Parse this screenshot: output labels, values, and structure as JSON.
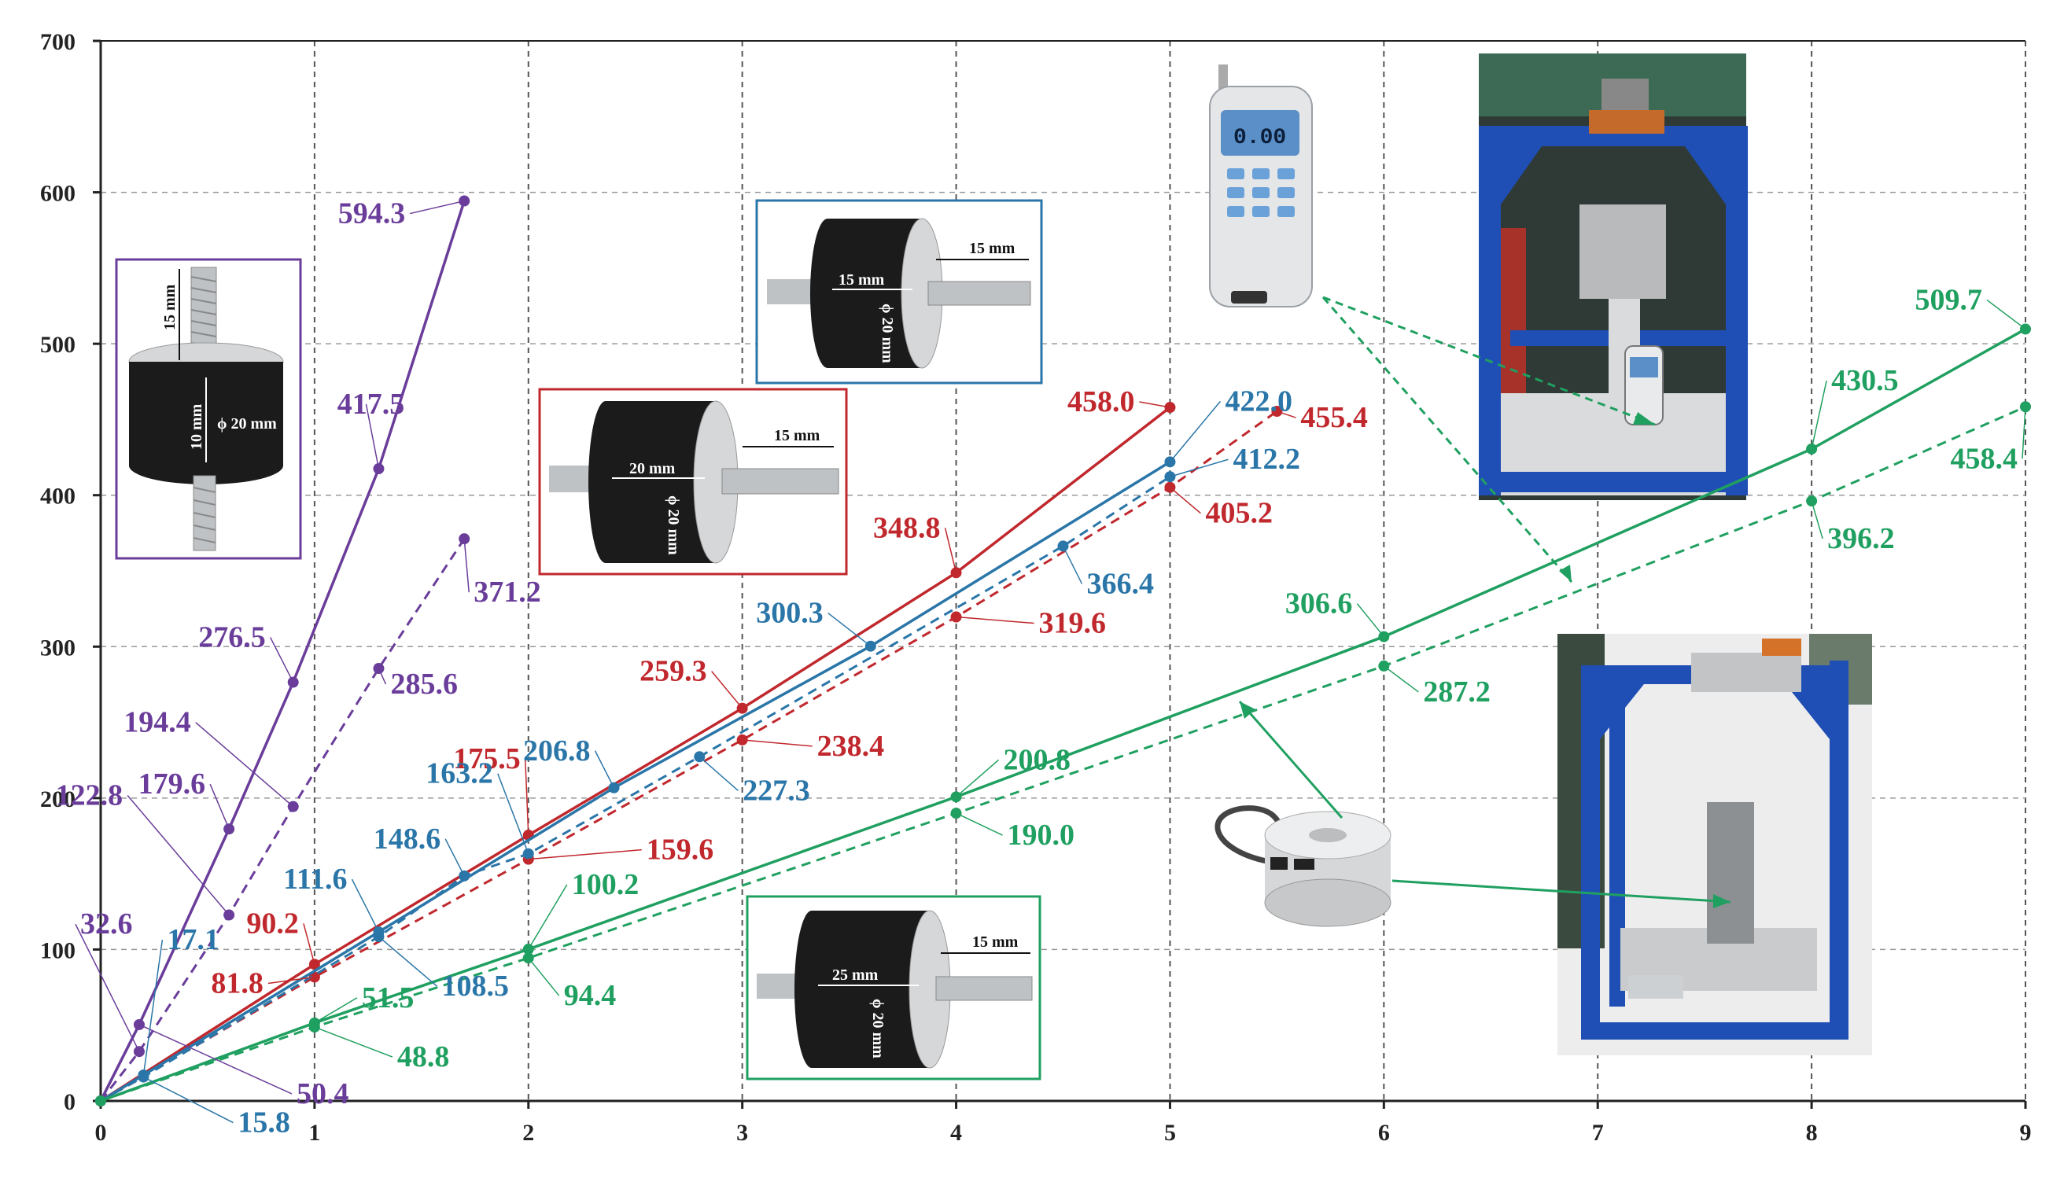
{
  "colors": {
    "purple": "#6a3d9a",
    "red": "#c0282d",
    "blue": "#2a76a8",
    "green": "#20a060",
    "axis": "#222222",
    "grid": "#555555",
    "rubber": "#1b1b1b",
    "metal": "#bfc2c5",
    "frame_blue": "#1f4fb4"
  },
  "chart_data": {
    "type": "line",
    "xlim": [
      0,
      9
    ],
    "ylim": [
      0,
      700
    ],
    "x_ticks": [
      "0",
      "1",
      "2",
      "3",
      "4",
      "5",
      "6",
      "7",
      "8",
      "9"
    ],
    "y_ticks": [
      "0",
      "100",
      "200",
      "300",
      "400",
      "500",
      "600",
      "700"
    ],
    "grid": true,
    "series": [
      {
        "color": "purple",
        "style": "solid",
        "points": [
          [
            0,
            0
          ],
          [
            0.18,
            50.4
          ],
          [
            0.6,
            179.6
          ],
          [
            0.9,
            276.5
          ],
          [
            1.3,
            417.5
          ],
          [
            1.7,
            594.3
          ]
        ],
        "labels": [
          null,
          "50.4",
          "179.6",
          "276.5",
          "417.5",
          "594.3"
        ]
      },
      {
        "color": "purple",
        "style": "dashed",
        "points": [
          [
            0,
            0
          ],
          [
            0.18,
            32.6
          ],
          [
            0.6,
            122.8
          ],
          [
            0.9,
            194.4
          ],
          [
            1.3,
            285.6
          ],
          [
            1.7,
            371.2
          ]
        ],
        "labels": [
          null,
          "32.6",
          "122.8",
          "194.4",
          "285.6",
          "371.2"
        ]
      },
      {
        "color": "red",
        "style": "solid",
        "points": [
          [
            0,
            0
          ],
          [
            1,
            90.2
          ],
          [
            2,
            175.5
          ],
          [
            3,
            259.3
          ],
          [
            4,
            348.8
          ],
          [
            5,
            458.0
          ]
        ],
        "labels": [
          null,
          "90.2",
          "175.5",
          "259.3",
          "348.8",
          "458.0"
        ]
      },
      {
        "color": "red",
        "style": "dashed",
        "points": [
          [
            0,
            0
          ],
          [
            1,
            81.8
          ],
          [
            2,
            159.6
          ],
          [
            3,
            238.4
          ],
          [
            4,
            319.6
          ],
          [
            5,
            405.2
          ],
          [
            5.5,
            455.4
          ]
        ],
        "labels": [
          null,
          "81.8",
          "159.6",
          "238.4",
          "319.6",
          "405.2",
          "455.4"
        ]
      },
      {
        "color": "blue",
        "style": "solid",
        "points": [
          [
            0,
            0
          ],
          [
            0.2,
            17.1
          ],
          [
            1.3,
            111.6
          ],
          [
            2.4,
            206.8
          ],
          [
            3.6,
            300.3
          ],
          [
            5,
            422.0
          ]
        ],
        "labels": [
          null,
          "17.1",
          "111.6",
          "206.8",
          "300.3",
          "422.0"
        ]
      },
      {
        "color": "blue",
        "style": "dashed",
        "points": [
          [
            0,
            0
          ],
          [
            0.2,
            15.8
          ],
          [
            1.3,
            108.5
          ],
          [
            1.7,
            148.6
          ],
          [
            2,
            163.2
          ],
          [
            2.8,
            227.3
          ],
          [
            4.5,
            366.4
          ],
          [
            5,
            412.2
          ]
        ],
        "labels": [
          null,
          "15.8",
          "108.5",
          "148.6",
          "163.2",
          "227.3",
          "366.4",
          "412.2"
        ]
      },
      {
        "color": "green",
        "style": "solid",
        "points": [
          [
            0,
            0
          ],
          [
            1,
            51.5
          ],
          [
            2,
            100.2
          ],
          [
            4,
            200.8
          ],
          [
            6,
            306.6
          ],
          [
            8,
            430.5
          ],
          [
            9,
            509.7
          ]
        ],
        "labels": [
          null,
          "51.5",
          "100.2",
          "200.8",
          "306.6",
          "430.5",
          "509.7"
        ]
      },
      {
        "color": "green",
        "style": "dashed",
        "points": [
          [
            0,
            0
          ],
          [
            1,
            48.8
          ],
          [
            2,
            94.4
          ],
          [
            4,
            190.0
          ],
          [
            6,
            287.2
          ],
          [
            8,
            396.2
          ],
          [
            9,
            458.4
          ]
        ],
        "labels": [
          null,
          "48.8",
          "94.4",
          "190.0",
          "287.2",
          "396.2",
          "458.4"
        ]
      }
    ]
  },
  "insets": {
    "purple_specimen": {
      "dim_length": "10 mm",
      "dim_diameter": "ϕ 20 mm",
      "dim_thread": "15 mm"
    },
    "blue_specimen": {
      "dim_length": "15 mm",
      "dim_diameter": "ϕ 20 mm",
      "dim_thread": "15 mm"
    },
    "red_specimen": {
      "dim_length": "20 mm",
      "dim_diameter": "ϕ 20 mm",
      "dim_thread": "15 mm"
    },
    "green_specimen": {
      "dim_length": "25 mm",
      "dim_diameter": "ϕ 20 mm",
      "dim_thread": "15 mm"
    },
    "force_gauge_screen": "0.00"
  }
}
